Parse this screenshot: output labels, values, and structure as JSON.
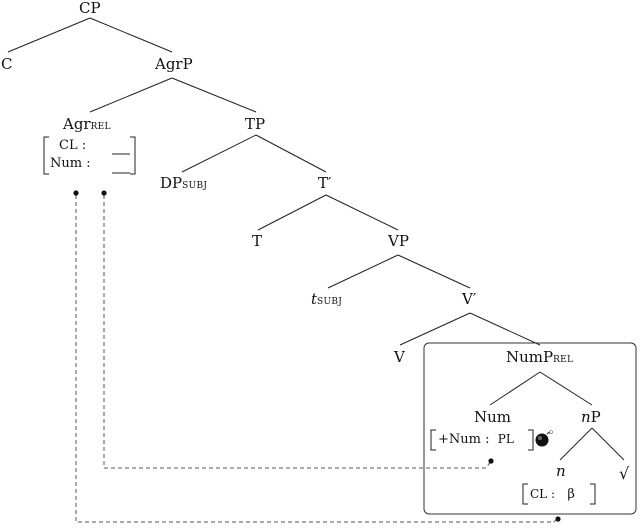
{
  "tree": {
    "cp": "CP",
    "c": "C",
    "agrp": "AgrP",
    "agr": {
      "head": "Agr",
      "sub": "REL"
    },
    "agr_features": {
      "cl": "CL :",
      "num": "Num :"
    },
    "tp": "TP",
    "dp_subj": {
      "head": "DP",
      "sub": "SUBJ"
    },
    "t_bar": "T′",
    "t": "T",
    "vp": "VP",
    "t_subj": {
      "head": "t",
      "sub": "SUBJ"
    },
    "v_bar": "V′",
    "v": "V",
    "nump": {
      "head": "NumP",
      "sub": "REL"
    },
    "num": "Num",
    "num_feature": {
      "attr": "+Num :",
      "value": "PL"
    },
    "np": {
      "italic": "n",
      "rest": "P"
    },
    "n": "n",
    "n_feature": {
      "attr": "CL :",
      "value": "β"
    },
    "root": "√"
  }
}
